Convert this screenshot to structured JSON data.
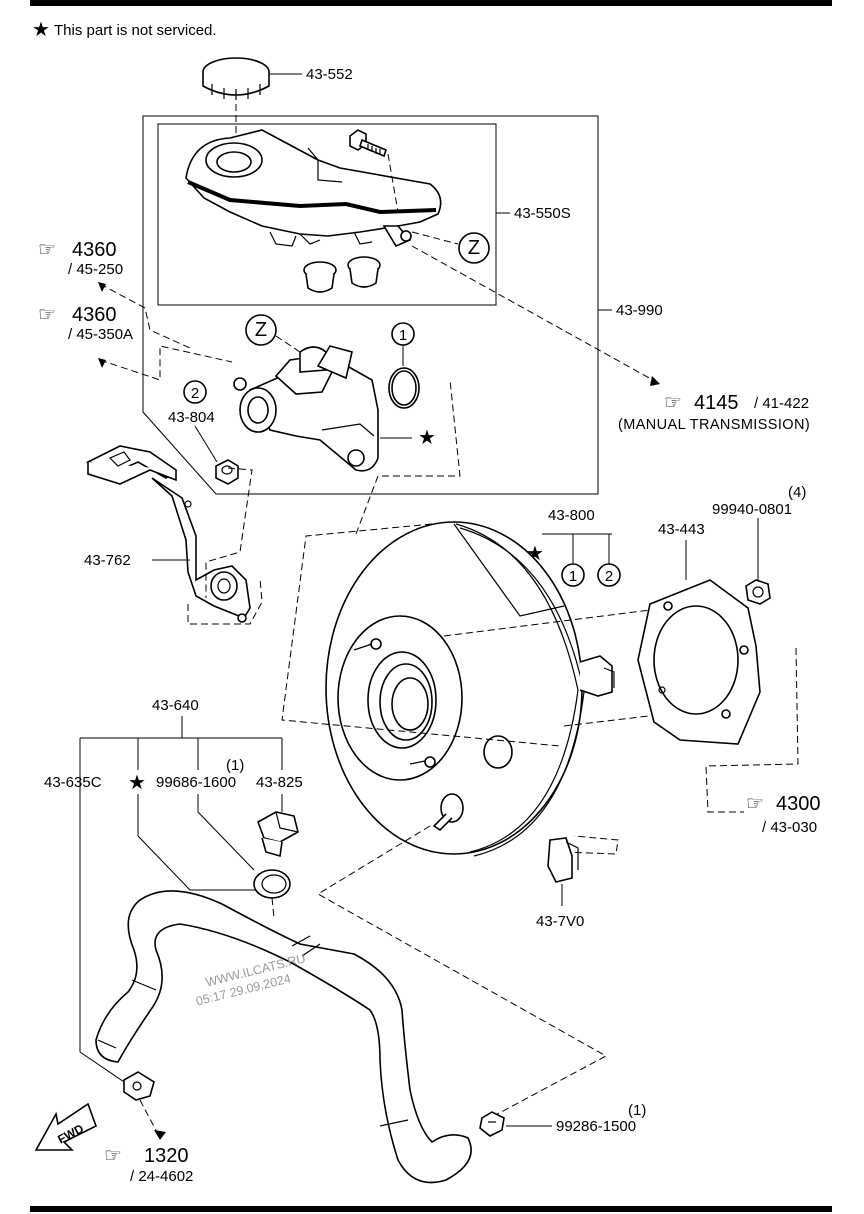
{
  "note": {
    "symbol": "★",
    "text": "This part is not serviced."
  },
  "labels": {
    "cap": "43-552",
    "reservoir": "43-550S",
    "master_cylinder_assy": "43-990",
    "nut": "43-804",
    "bracket": "43-762",
    "booster": "43-800",
    "gasket": "43-443",
    "nut_qty": "(4)",
    "nut_part": "99940-0801",
    "hose_assy": "43-640",
    "hose_635c": "43-635C",
    "clamp_qty": "(1)",
    "clamp_part": "99686-1600",
    "clip": "43-825",
    "sensor": "43-7V0",
    "clip2_qty": "(1)",
    "clip2_part": "99286-1500",
    "callout_1": "1",
    "callout_2": "2",
    "callout_z": "Z"
  },
  "refs": {
    "r1": {
      "num": "4360",
      "sub": "/ 45-250"
    },
    "r2": {
      "num": "4360",
      "sub": "/ 45-350A"
    },
    "r3": {
      "num": "4145",
      "sub": "/ 41-422",
      "note": "(MANUAL TRANSMISSION)"
    },
    "r4": {
      "num": "4300",
      "sub": "/ 43-030"
    },
    "r5": {
      "num": "1320",
      "sub": "/ 24-4602"
    }
  },
  "fwd": "FWD",
  "watermark": {
    "line1": "WWW.ILCATS.RU",
    "line2": "05:17 29.09.2024"
  }
}
